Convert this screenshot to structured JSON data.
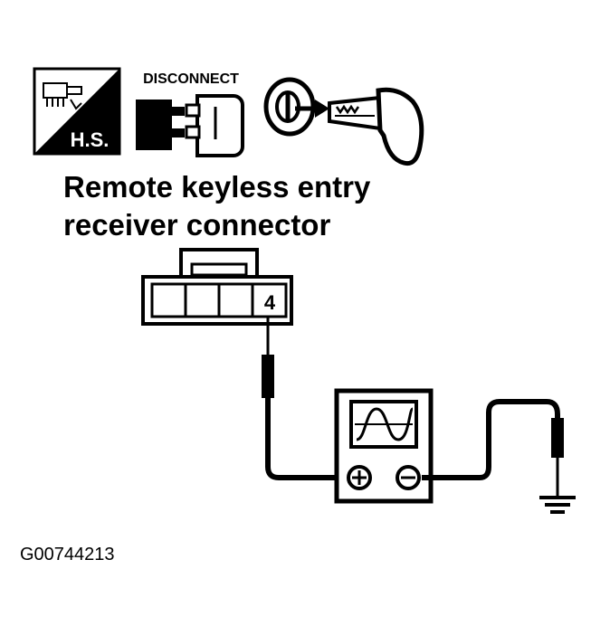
{
  "icons": {
    "hs_badge": "H.S.",
    "disconnect": "DISCONNECT"
  },
  "connector": {
    "title_line1": "Remote keyless entry",
    "title_line2": "receiver connector",
    "terminal": "4"
  },
  "figure_id": "G00744213"
}
